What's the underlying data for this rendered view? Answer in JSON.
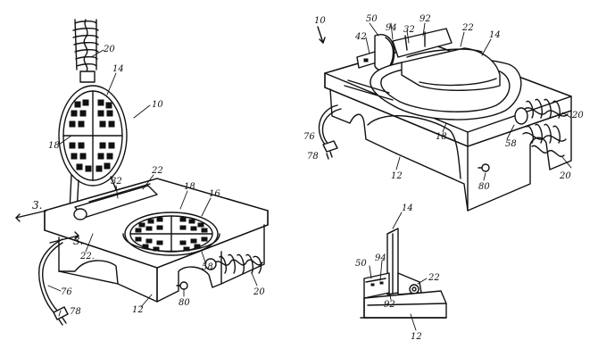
{
  "drawing": {
    "fig_left_refs": {
      "handle_top": "20",
      "lid": "14",
      "assembly": "10",
      "grid_upper": "18",
      "hinge_bar": "22",
      "hinge_axis": "32",
      "plate_edge": "18",
      "lower_grid": "16",
      "section_mark": "3.",
      "section_mark_2": "3.",
      "hinge_side": "22.",
      "screw": "58",
      "handle_right": "20",
      "cord": "76",
      "plug": "78",
      "knob": "80",
      "base": "12"
    },
    "fig_right_top_refs": {
      "assembly": "10",
      "pivot": "50",
      "latch": "94",
      "pin": "92",
      "block": "42",
      "hinge_axis": "32",
      "hinge_bar": "22",
      "lid": "14",
      "rim": "18",
      "cord": "76",
      "plug": "78",
      "screw": "58",
      "base": "12",
      "knob": "80",
      "handle_a": "20",
      "handle_b": "20"
    },
    "fig_detail_refs": {
      "lid": "14",
      "pivot": "50",
      "latch": "94",
      "hinge_bar": "22",
      "pin": "92",
      "base": "12"
    }
  }
}
